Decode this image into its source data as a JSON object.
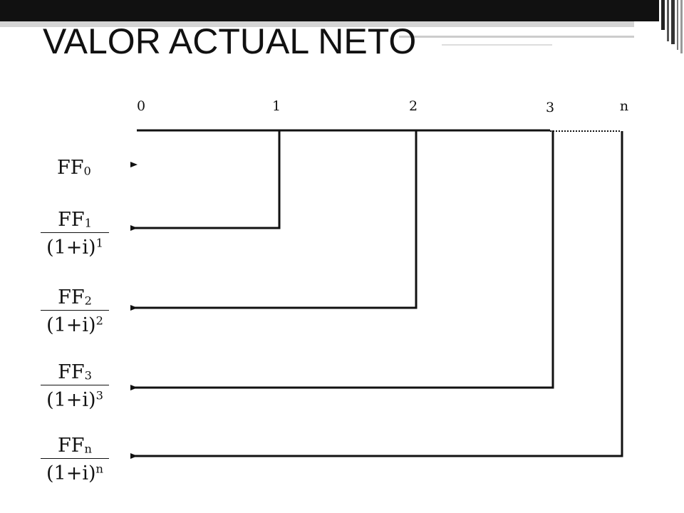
{
  "slide": {
    "title": "VALOR ACTUAL NETO"
  },
  "timeline": {
    "periods": [
      "0",
      "1",
      "2",
      "3",
      "n"
    ]
  },
  "terms": {
    "ff0": {
      "main": "FF",
      "sub": "0"
    },
    "ff1": {
      "num_main": "FF",
      "num_sub": "1",
      "den_main": "(1+i)",
      "den_exp": "1"
    },
    "ff2": {
      "num_main": "FF",
      "num_sub": "2",
      "den_main": "(1+i)",
      "den_exp": "2"
    },
    "ff3": {
      "num_main": "FF",
      "num_sub": "3",
      "den_main": "(1+i)",
      "den_exp": "3"
    },
    "ffn": {
      "num_main": "FF",
      "num_sub": "n",
      "den_main": "(1+i)",
      "den_exp": "n"
    }
  },
  "colors": {
    "ink": "#111111",
    "header_bar": "#111111",
    "header_accent": "#c8c8c8"
  }
}
